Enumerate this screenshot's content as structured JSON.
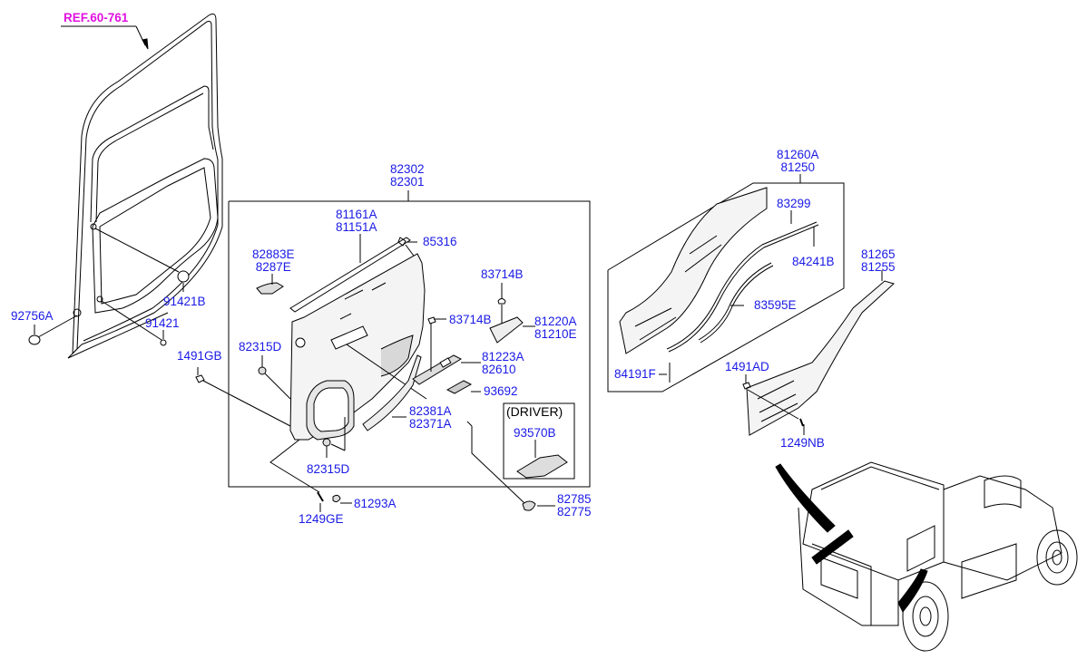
{
  "reference": {
    "label": "REF.60-761",
    "color": "#e010e0"
  },
  "label_color": "#1a1ae6",
  "parts": {
    "p92756A": "92756A",
    "p91421B": "91421B",
    "p91421": "91421",
    "p1491GB": "1491GB",
    "p82302": "82302",
    "p82301": "82301",
    "p81161A": "81161A",
    "p81151A": "81151A",
    "p85316": "85316",
    "p82883E": "82883E",
    "p8287E": "8287E",
    "p83714B_top": "83714B",
    "p83714B_mid": "83714B",
    "p81220A": "81220A",
    "p81210E": "81210E",
    "p82315D_top": "82315D",
    "p81223A": "81223A",
    "p82610": "82610",
    "p93692": "93692",
    "p82381A": "82381A",
    "p82371A": "82371A",
    "p82315D_bottom": "82315D",
    "p81293A": "81293A",
    "p1249GE": "1249GE",
    "p82785": "82785",
    "p82775": "82775",
    "p93570B": "93570B",
    "p81260A": "81260A",
    "p81250": "81250",
    "p83299": "83299",
    "p84241B": "84241B",
    "p83595E": "83595E",
    "p84191F": "84191F",
    "p1491AD": "1491AD",
    "p81265": "81265",
    "p81255": "81255",
    "p1249NB": "1249NB"
  },
  "driver_box": {
    "title": "(DRIVER)"
  }
}
